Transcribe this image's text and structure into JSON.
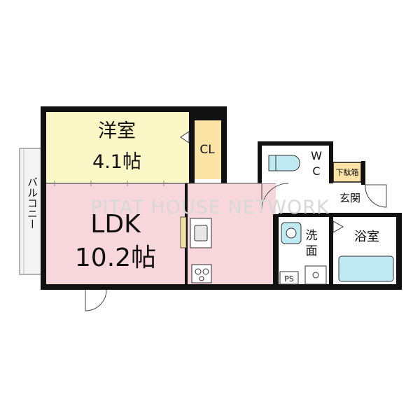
{
  "floorplan": {
    "watermark": "PITAT HOUSE NETWORK",
    "rooms": {
      "western_room": {
        "name": "洋室",
        "size": "4.1帖"
      },
      "ldk": {
        "name": "LDK",
        "size": "10.2帖"
      },
      "closet": {
        "name": "CL"
      },
      "toilet": {
        "name_line1": "W",
        "name_line2": "C"
      },
      "shoe_box": {
        "name": "下駄箱"
      },
      "entrance": {
        "name": "玄関"
      },
      "washroom": {
        "name_line1": "洗",
        "name_line2": "面"
      },
      "bathroom": {
        "name": "浴室"
      },
      "pipe_space": {
        "name": "PS"
      },
      "balcony": {
        "name": "バルコニー"
      }
    },
    "colors": {
      "wall": "#111111",
      "western_room_fill": "#fbf7c6",
      "ldk_fill": "#f8d7dc",
      "closet_fill": "#fbe4a6",
      "wet_area_fill": "#ffffff",
      "fixture_fill": "#bfeaf2",
      "kitchen_counter": "#f0e2a0"
    }
  }
}
